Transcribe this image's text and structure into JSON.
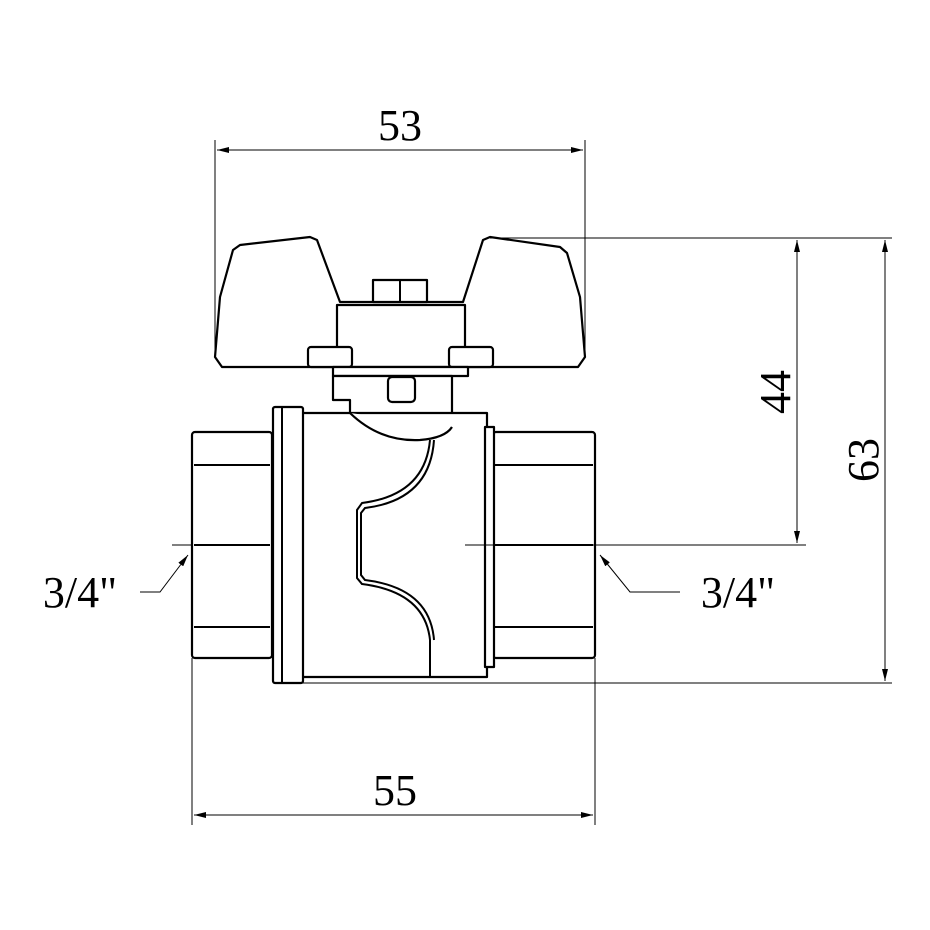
{
  "dimensions": {
    "handle_width": "53",
    "overall_length": "55",
    "axis_to_handle_top": "44",
    "overall_height": "63",
    "thread_left": "3/4\"",
    "thread_right": "3/4\""
  }
}
